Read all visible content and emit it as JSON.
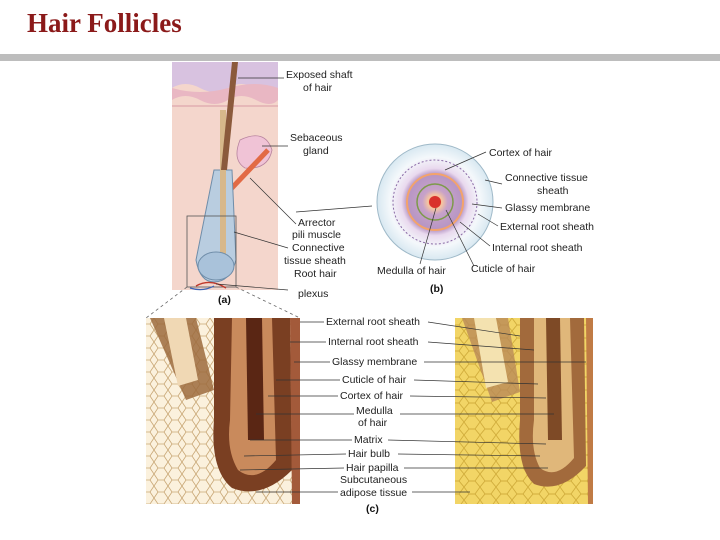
{
  "slide": {
    "title": "Hair Follicles"
  },
  "panel_a": {
    "tag": "(a)",
    "labels": {
      "exposed_1": "Exposed shaft",
      "exposed_2": "of hair",
      "sebaceous_1": "Sebaceous",
      "sebaceous_2": "gland",
      "arrector_1": "Arrector",
      "arrector_2": "pili muscle",
      "connective_1": "Connective",
      "connective_2": "tissue sheath",
      "root_1": "Root hair",
      "root_2": "plexus"
    }
  },
  "panel_b": {
    "tag": "(b)",
    "labels": {
      "cortex": "Cortex of hair",
      "conn_1": "Connective tissue",
      "conn_2": "sheath",
      "glassy": "Glassy membrane",
      "external": "External root sheath",
      "internal": "Internal root sheath",
      "cuticle": "Cuticle of hair",
      "medulla": "Medulla of hair"
    }
  },
  "panel_c": {
    "tag": "(c)",
    "labels": {
      "external": "External root sheath",
      "internal": "Internal root sheath",
      "glassy": "Glassy membrane",
      "cuticle": "Cuticle of hair",
      "cortex": "Cortex of hair",
      "medulla_1": "Medulla",
      "medulla_2": "of hair",
      "matrix": "Matrix",
      "bulb": "Hair bulb",
      "papilla": "Hair papilla",
      "subq_1": "Subcutaneous",
      "subq_2": "adipose tissue"
    }
  }
}
